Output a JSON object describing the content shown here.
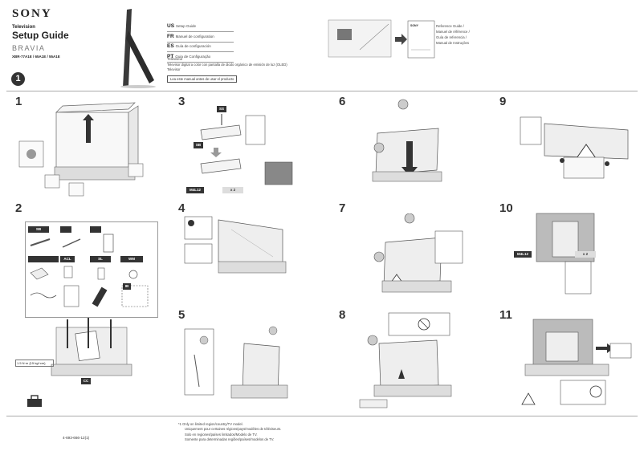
{
  "header": {
    "brand": "SONY",
    "product_type": "Television",
    "title": "Setup Guide",
    "series": "BRAVIA",
    "models": "XBR-77A1E / 65A1E / 55A1E",
    "sheet_number": "1"
  },
  "languages": [
    {
      "code": "US",
      "label": "Setup Guide"
    },
    {
      "code": "FR",
      "label": "Manuel de configuration"
    },
    {
      "code": "ES",
      "label": "Guía de configuración"
    },
    {
      "code": "PT",
      "label": "Guia de Configuração"
    }
  ],
  "tv_description": [
    "Téléviseur",
    "Televisor digital a color con pantalla de diodo orgánico de emisión de luz (OLED)",
    "Televisor"
  ],
  "read_note": "Lea este manual antes de usar el producto",
  "reference": {
    "booklet_label": "SONY",
    "lines": [
      "Reference Guide /",
      "Manuel de référence /",
      "Guía de referencia /",
      "Manual de Instruções"
    ]
  },
  "steps": [
    "1",
    "2",
    "3",
    "4",
    "5",
    "6",
    "7",
    "8",
    "9",
    "10",
    "11"
  ],
  "tags": {
    "ss": "SS",
    "sb": "SB",
    "m4l12": "M4L12",
    "x2": "x 2",
    "acl": "ACL",
    "sl": "SL",
    "wm": "WM",
    "ib": "IB",
    "cc": "CC"
  },
  "step2_label": "1.5 N·m {15 kgf·cm}",
  "step10_tags": {
    "m4l12": "M4L12",
    "x2": "x 2"
  },
  "footnote": [
    "*1  Only on limited region/country/TV model.",
    "Uniquement pour certaines régions/pays/modèles de téléviseurs.",
    "Solo en regiones/países limitados/Modelo de TV.",
    "Somente para determinadas regiões/países/modelos de TV."
  ],
  "part_number": "4-693-666-12(1)"
}
